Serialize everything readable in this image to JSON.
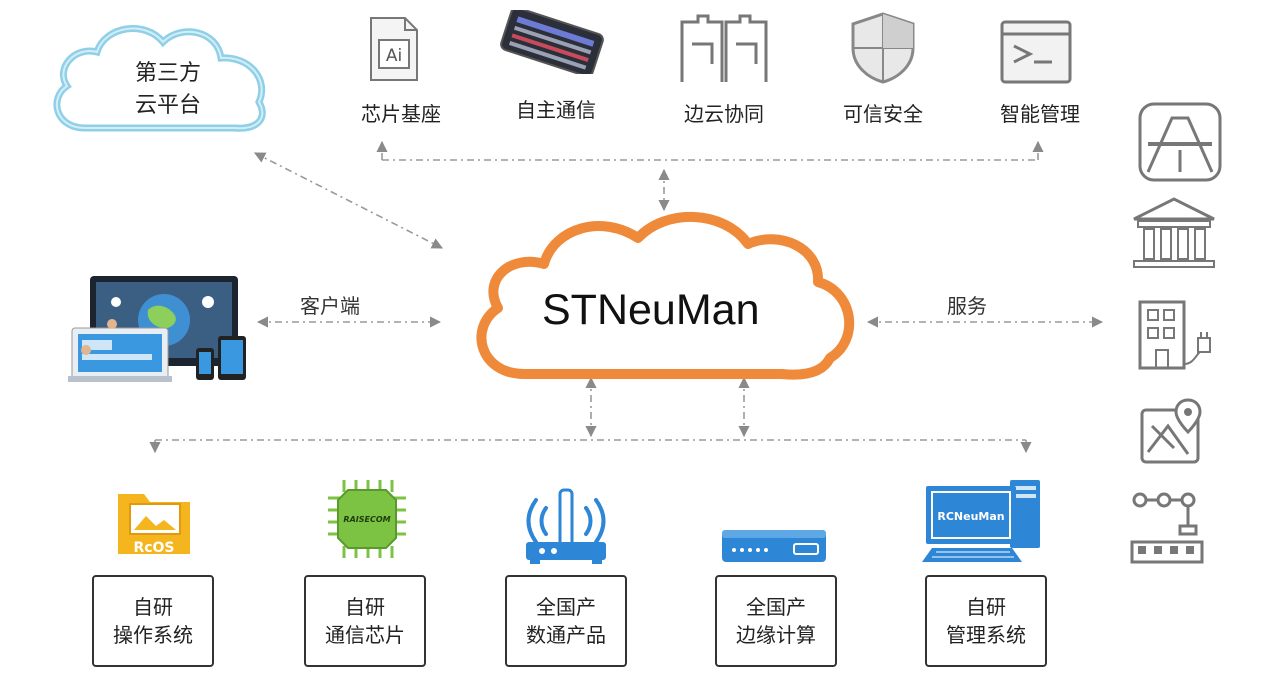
{
  "center": {
    "title": "STNeuMan"
  },
  "third_party": {
    "line1": "第三方",
    "line2": "云平台"
  },
  "top_features": [
    {
      "label": "芯片基座",
      "icon": "chip-document-icon"
    },
    {
      "label": "自主通信",
      "icon": "device-panel-icon"
    },
    {
      "label": "边云协同",
      "icon": "collaboration-icon"
    },
    {
      "label": "可信安全",
      "icon": "shield-icon"
    },
    {
      "label": "智能管理",
      "icon": "terminal-icon"
    }
  ],
  "edges": {
    "client": "客户端",
    "service": "服务"
  },
  "products": [
    {
      "line1": "自研",
      "line2": "操作系统",
      "icon": "rcos-folder-icon",
      "icon_text": "RcOS"
    },
    {
      "line1": "自研",
      "line2": "通信芯片",
      "icon": "chip-icon",
      "icon_text": "RAISECOM"
    },
    {
      "line1": "全国产",
      "line2": "数通产品",
      "icon": "router-icon"
    },
    {
      "line1": "全国产",
      "line2": "边缘计算",
      "icon": "edge-server-icon"
    },
    {
      "line1": "自研",
      "line2": "管理系统",
      "icon": "computer-icon",
      "icon_text": "RCNeuMan"
    }
  ],
  "service_icons": [
    "highway-icon",
    "bank-icon",
    "building-power-icon",
    "map-pin-icon",
    "factory-robot-icon"
  ],
  "colors": {
    "cloud_orange": "#ee8a3a",
    "cloud_blue": "#8fd0e8",
    "product_yellow": "#f5b51f",
    "chip_green": "#7cc243",
    "device_blue": "#2e86d6"
  }
}
